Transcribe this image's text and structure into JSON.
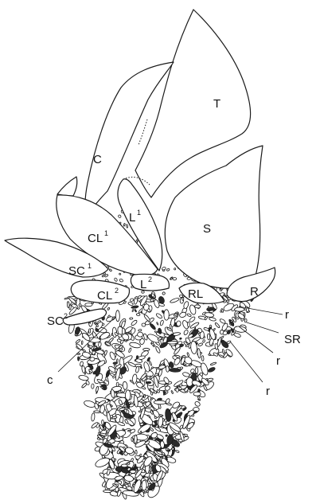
{
  "labels": {
    "T": "T",
    "S": "S",
    "C": "C",
    "L1": "L",
    "L1_sup": "1",
    "CL1": "CL",
    "CL1_sup": "1",
    "SC1": "SC",
    "SC1_sup": "1",
    "L2": "L",
    "L2_sup": "2",
    "CL2": "CL",
    "CL2_sup": "2",
    "RL": "RL",
    "R": "R",
    "SC2": "SC",
    "SC2_sup": "2",
    "c": "c",
    "r1": "r",
    "SR": "SR",
    "r2": "r",
    "r3": "r"
  }
}
